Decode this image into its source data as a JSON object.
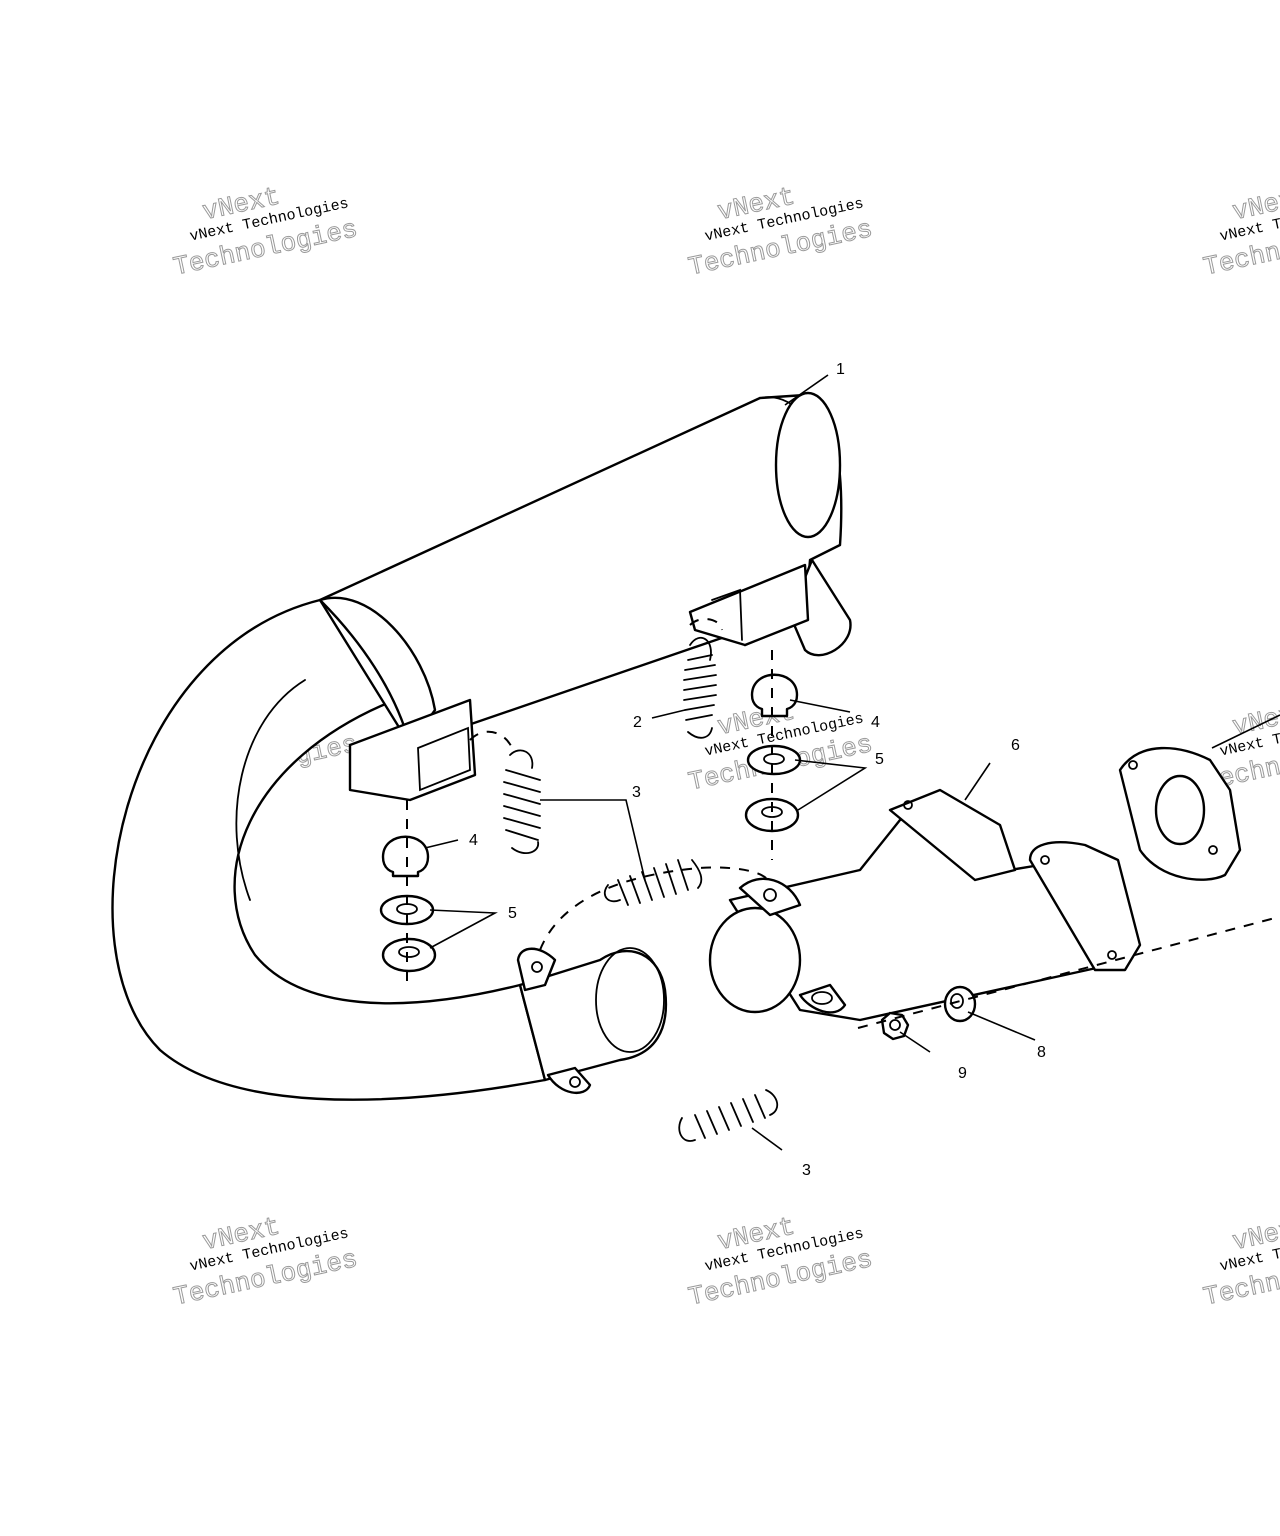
{
  "diagram": {
    "callouts": [
      {
        "id": "c1",
        "label": "1"
      },
      {
        "id": "c2",
        "label": "2"
      },
      {
        "id": "c3a",
        "label": "3"
      },
      {
        "id": "c3b",
        "label": "3"
      },
      {
        "id": "c4a",
        "label": "4"
      },
      {
        "id": "c4b",
        "label": "4"
      },
      {
        "id": "c5a",
        "label": "5"
      },
      {
        "id": "c5b",
        "label": "5"
      },
      {
        "id": "c6",
        "label": "6"
      },
      {
        "id": "c8",
        "label": "8"
      },
      {
        "id": "c9",
        "label": "9"
      }
    ]
  },
  "watermark": {
    "line_small": "vNext Technologies",
    "line_big_1": "vNext",
    "line_big_2": "Technologies"
  }
}
